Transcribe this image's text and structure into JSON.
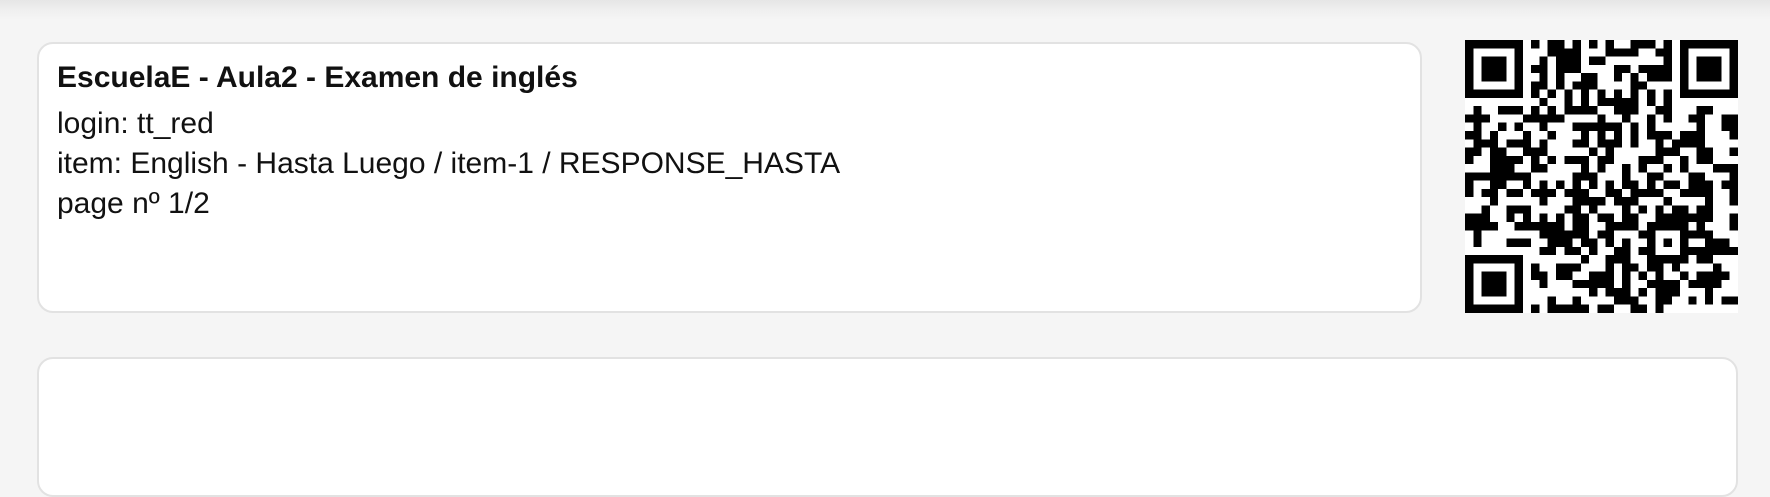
{
  "header": {
    "title": "EscuelaE - Aula2 - Examen de inglés",
    "login": "login: tt_red",
    "item": "item: English - Hasta Luego / item-1 / RESPONSE_HASTA",
    "page": "page nº 1/2"
  },
  "qr_code": {
    "icon": "qr-code-icon"
  },
  "colors": {
    "background": "#f5f5f5",
    "card": "#ffffff",
    "border": "#e2e2e2",
    "text": "#111111"
  }
}
